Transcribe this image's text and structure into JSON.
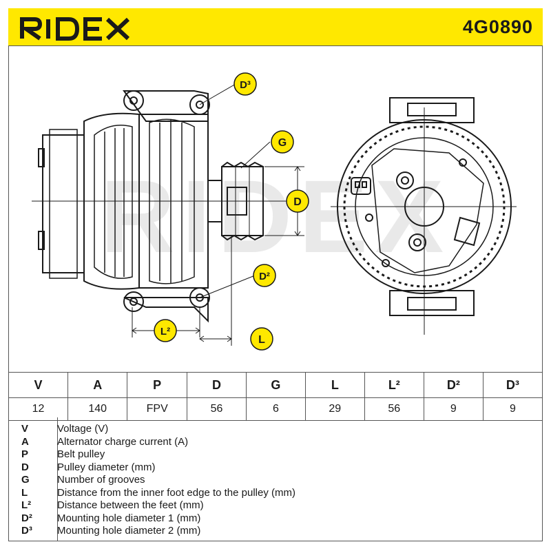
{
  "header": {
    "brand": "RIDEX",
    "part_number": "4G0890",
    "accent_color": "#ffe800"
  },
  "drawing": {
    "callouts": {
      "d3": "D³",
      "g": "G",
      "d": "D",
      "d2": "D²",
      "l2": "L²",
      "l": "L"
    },
    "watermark": "RIDEX"
  },
  "spec_table": {
    "headers": [
      "V",
      "A",
      "P",
      "D",
      "G",
      "L",
      "L²",
      "D²",
      "D³"
    ],
    "values": [
      "12",
      "140",
      "FPV",
      "56",
      "6",
      "29",
      "56",
      "9",
      "9"
    ]
  },
  "legend": [
    {
      "code": "V",
      "text": "Voltage (V)"
    },
    {
      "code": "A",
      "text": "Alternator charge current (A)"
    },
    {
      "code": "P",
      "text": "Belt pulley"
    },
    {
      "code": "D",
      "text": "Pulley diameter (mm)"
    },
    {
      "code": "G",
      "text": "Number of grooves"
    },
    {
      "code": "L",
      "text": "Distance from the inner foot edge to the pulley (mm)"
    },
    {
      "code": "L²",
      "text": "Distance between the feet (mm)"
    },
    {
      "code": "D²",
      "text": "Mounting hole diameter 1 (mm)"
    },
    {
      "code": "D³",
      "text": "Mounting hole diameter 2 (mm)"
    }
  ]
}
